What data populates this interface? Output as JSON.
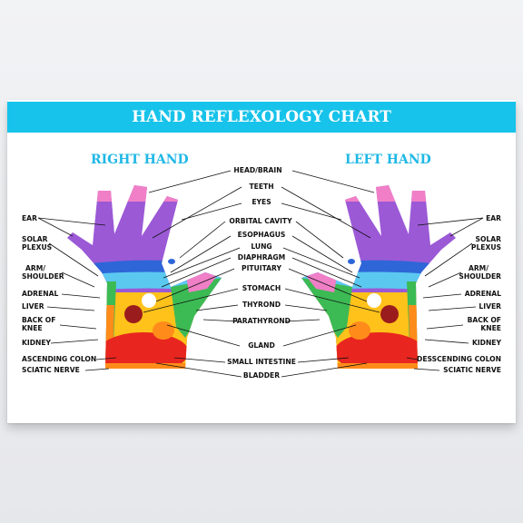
{
  "title": "HAND REFLEXOLOGY CHART",
  "right_hand_title": "RIGHT HAND",
  "left_hand_title": "LEFT HAND",
  "center_labels": {
    "head_brain": "HEAD/BRAIN",
    "teeth": "TEETH",
    "eyes": "EYES",
    "orbital_cavity": "ORBITAL CAVITY",
    "esophagus": "ESOPHAGUS",
    "lung": "LUNG",
    "diaphragm": "DIAPHRAGM",
    "pituitary": "PITUITARY",
    "stomach": "STOMACH",
    "thyrond": "THYROND",
    "parathyrond": "PARATHYROND",
    "gland": "GLAND",
    "small_intestine": "SMALL INTESTINE",
    "bladder": "BLADDER"
  },
  "right_hand_labels": {
    "ear": "EAR",
    "solar_1": "SOLAR",
    "solar_2": "PLEXUS",
    "arm_1": "ARM/",
    "arm_2": "SHOULDER",
    "adrenal": "ADRENAL",
    "liver": "LIVER",
    "back_1": "BACK OF",
    "back_2": "KNEE",
    "kidney": "KIDNEY",
    "colon": "ASCENDING COLON",
    "sciatic": "SCIATIC NERVE"
  },
  "left_hand_labels": {
    "ear": "EAR",
    "solar_1": "SOLAR",
    "solar_2": "PLEXUS",
    "arm_1": "ARM/",
    "arm_2": "SHOULDER",
    "adrenal": "ADRENAL",
    "liver": "LIVER",
    "back_1": "BACK OF",
    "back_2": "KNEE",
    "kidney": "KIDNEY",
    "colon": "DESSCENDING COLON",
    "sciatic": "SCIATIC NERVE"
  },
  "colors": {
    "banner": "#17c3ea",
    "fingers": "#9b59d6",
    "fingertips": "#f07fc7",
    "band": "#2e66d8",
    "green": "#3cba54",
    "yellow": "#ffc21a",
    "orange": "#ff8c1a",
    "red": "#e8261f",
    "lime": "#7fd24a"
  }
}
